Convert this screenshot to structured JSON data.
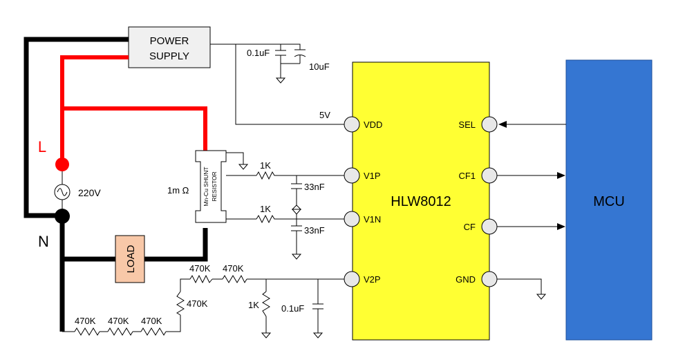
{
  "colors": {
    "live_wire": "#ff0000",
    "neutral_wire": "#000000",
    "chip_fill": "#ffff33",
    "mcu_fill": "#3576d2",
    "load_fill": "#f8c8a8",
    "power_supply_fill": "#f0f0f0",
    "pin_fill": "#e8e8e8"
  },
  "labels": {
    "power_supply_line1": "POWER",
    "power_supply_line2": "SUPPLY",
    "cap_01uf_top": "0.1uF",
    "cap_10uf": "10uF",
    "vdd_voltage": "5V",
    "chip_name": "HLW8012",
    "mcu_name": "MCU",
    "live": "L",
    "neutral": "N",
    "mains_voltage": "220V",
    "shunt_value": "1m Ω",
    "shunt_line1": "Mn-Cu SHUNT",
    "shunt_line2": "RESISTOR",
    "load": "LOAD",
    "r_v1p": "1K",
    "r_v1n": "1K",
    "cap_v1p": "33nF",
    "cap_v1n": "33nF",
    "r_div_1": "470K",
    "r_div_2": "470K",
    "r_div_3": "470K",
    "r_div_4": "470K",
    "r_div_5": "470K",
    "r_div_6": "470K",
    "r_v2p_gnd": "1K",
    "cap_v2p": "0.1uF"
  },
  "pins": {
    "vdd": "VDD",
    "v1p": "V1P",
    "v1n": "V1N",
    "v2p": "V2P",
    "sel": "SEL",
    "cf1": "CF1",
    "cf": "CF",
    "gnd": "GND"
  }
}
